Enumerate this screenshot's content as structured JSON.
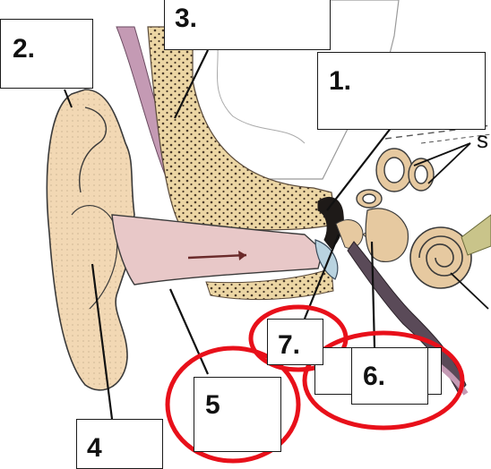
{
  "labels": {
    "l1": "1.",
    "l2": "2.",
    "l3": "3.",
    "l4": "4",
    "l5": "5",
    "l6": "6.",
    "l7": "7."
  },
  "colors": {
    "skin": "#f2d8b4",
    "skin_outline": "#3a3a3a",
    "canal": "#e8c8c8",
    "bone": "#ecd6a4",
    "bone_dots": "#4a3a2a",
    "muscle": "#c49ab4",
    "drum": "#b9d3e0",
    "cochlea": "#e6c9a0",
    "tube": "#5a4a58",
    "nerve": "#c9c48a",
    "highlight": "#e8101a",
    "line": "#111111"
  },
  "icons": {
    "partial_label": "letter-s-cut-off"
  }
}
